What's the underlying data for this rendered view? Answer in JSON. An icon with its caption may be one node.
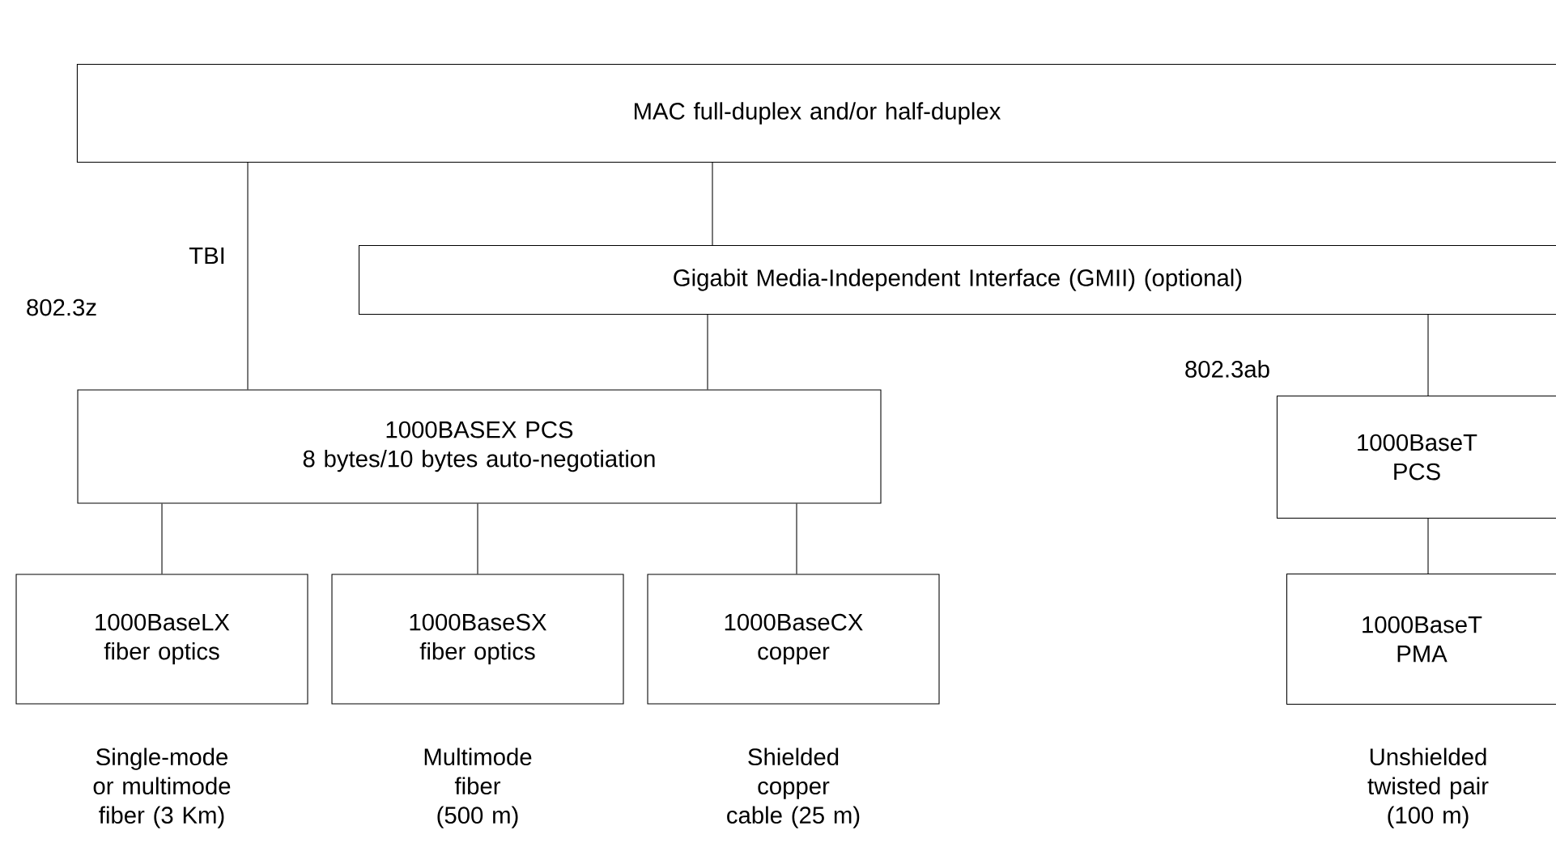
{
  "diagram": {
    "nodes": [
      {
        "text": [
          "MAC full-duplex and/or half-duplex"
        ]
      },
      {
        "text": [
          "Gigabit Media-Independent Interface (GMII) (optional)"
        ]
      },
      {
        "text": [
          "1000BASEX PCS",
          "8 bytes/10 bytes auto-negotiation"
        ]
      },
      {
        "text": [
          "1000BaseT PCS"
        ]
      },
      {
        "text": [
          "1000BaseLX fiber optics"
        ],
        "beside": [
          "Single-mode or multimode fiber (3 Km)"
        ]
      },
      {
        "text": [
          "1000BaseSX fiber optics"
        ],
        "beside": [
          "Multimode fiber (500 m)"
        ]
      },
      {
        "text": [
          "1000BaseCX copper"
        ],
        "beside": [
          "Shielded copper cable (25 m)"
        ]
      },
      {
        "text": [
          "1000BaseT PMA"
        ],
        "beside": [
          "Unshielded twisted pair (100 m)"
        ]
      }
    ],
    "edges": [
      {
        "from": 0,
        "to": 2,
        "arrow": "none"
      },
      {
        "from": 0,
        "to": 1,
        "arrow": "none"
      },
      {
        "from": 1,
        "to": 2,
        "arrow": "none"
      },
      {
        "from": 1,
        "to": 3,
        "arrow": "none"
      },
      {
        "from": 2,
        "to": 4,
        "arrow": "none"
      },
      {
        "from": 2,
        "to": 5,
        "arrow": "none"
      },
      {
        "from": 2,
        "to": 6,
        "arrow": "none"
      },
      {
        "from": 3,
        "to": 7,
        "arrow": "none"
      }
    ],
    "labels": [
      "TBI",
      "802.3z",
      "802.3ab"
    ]
  }
}
